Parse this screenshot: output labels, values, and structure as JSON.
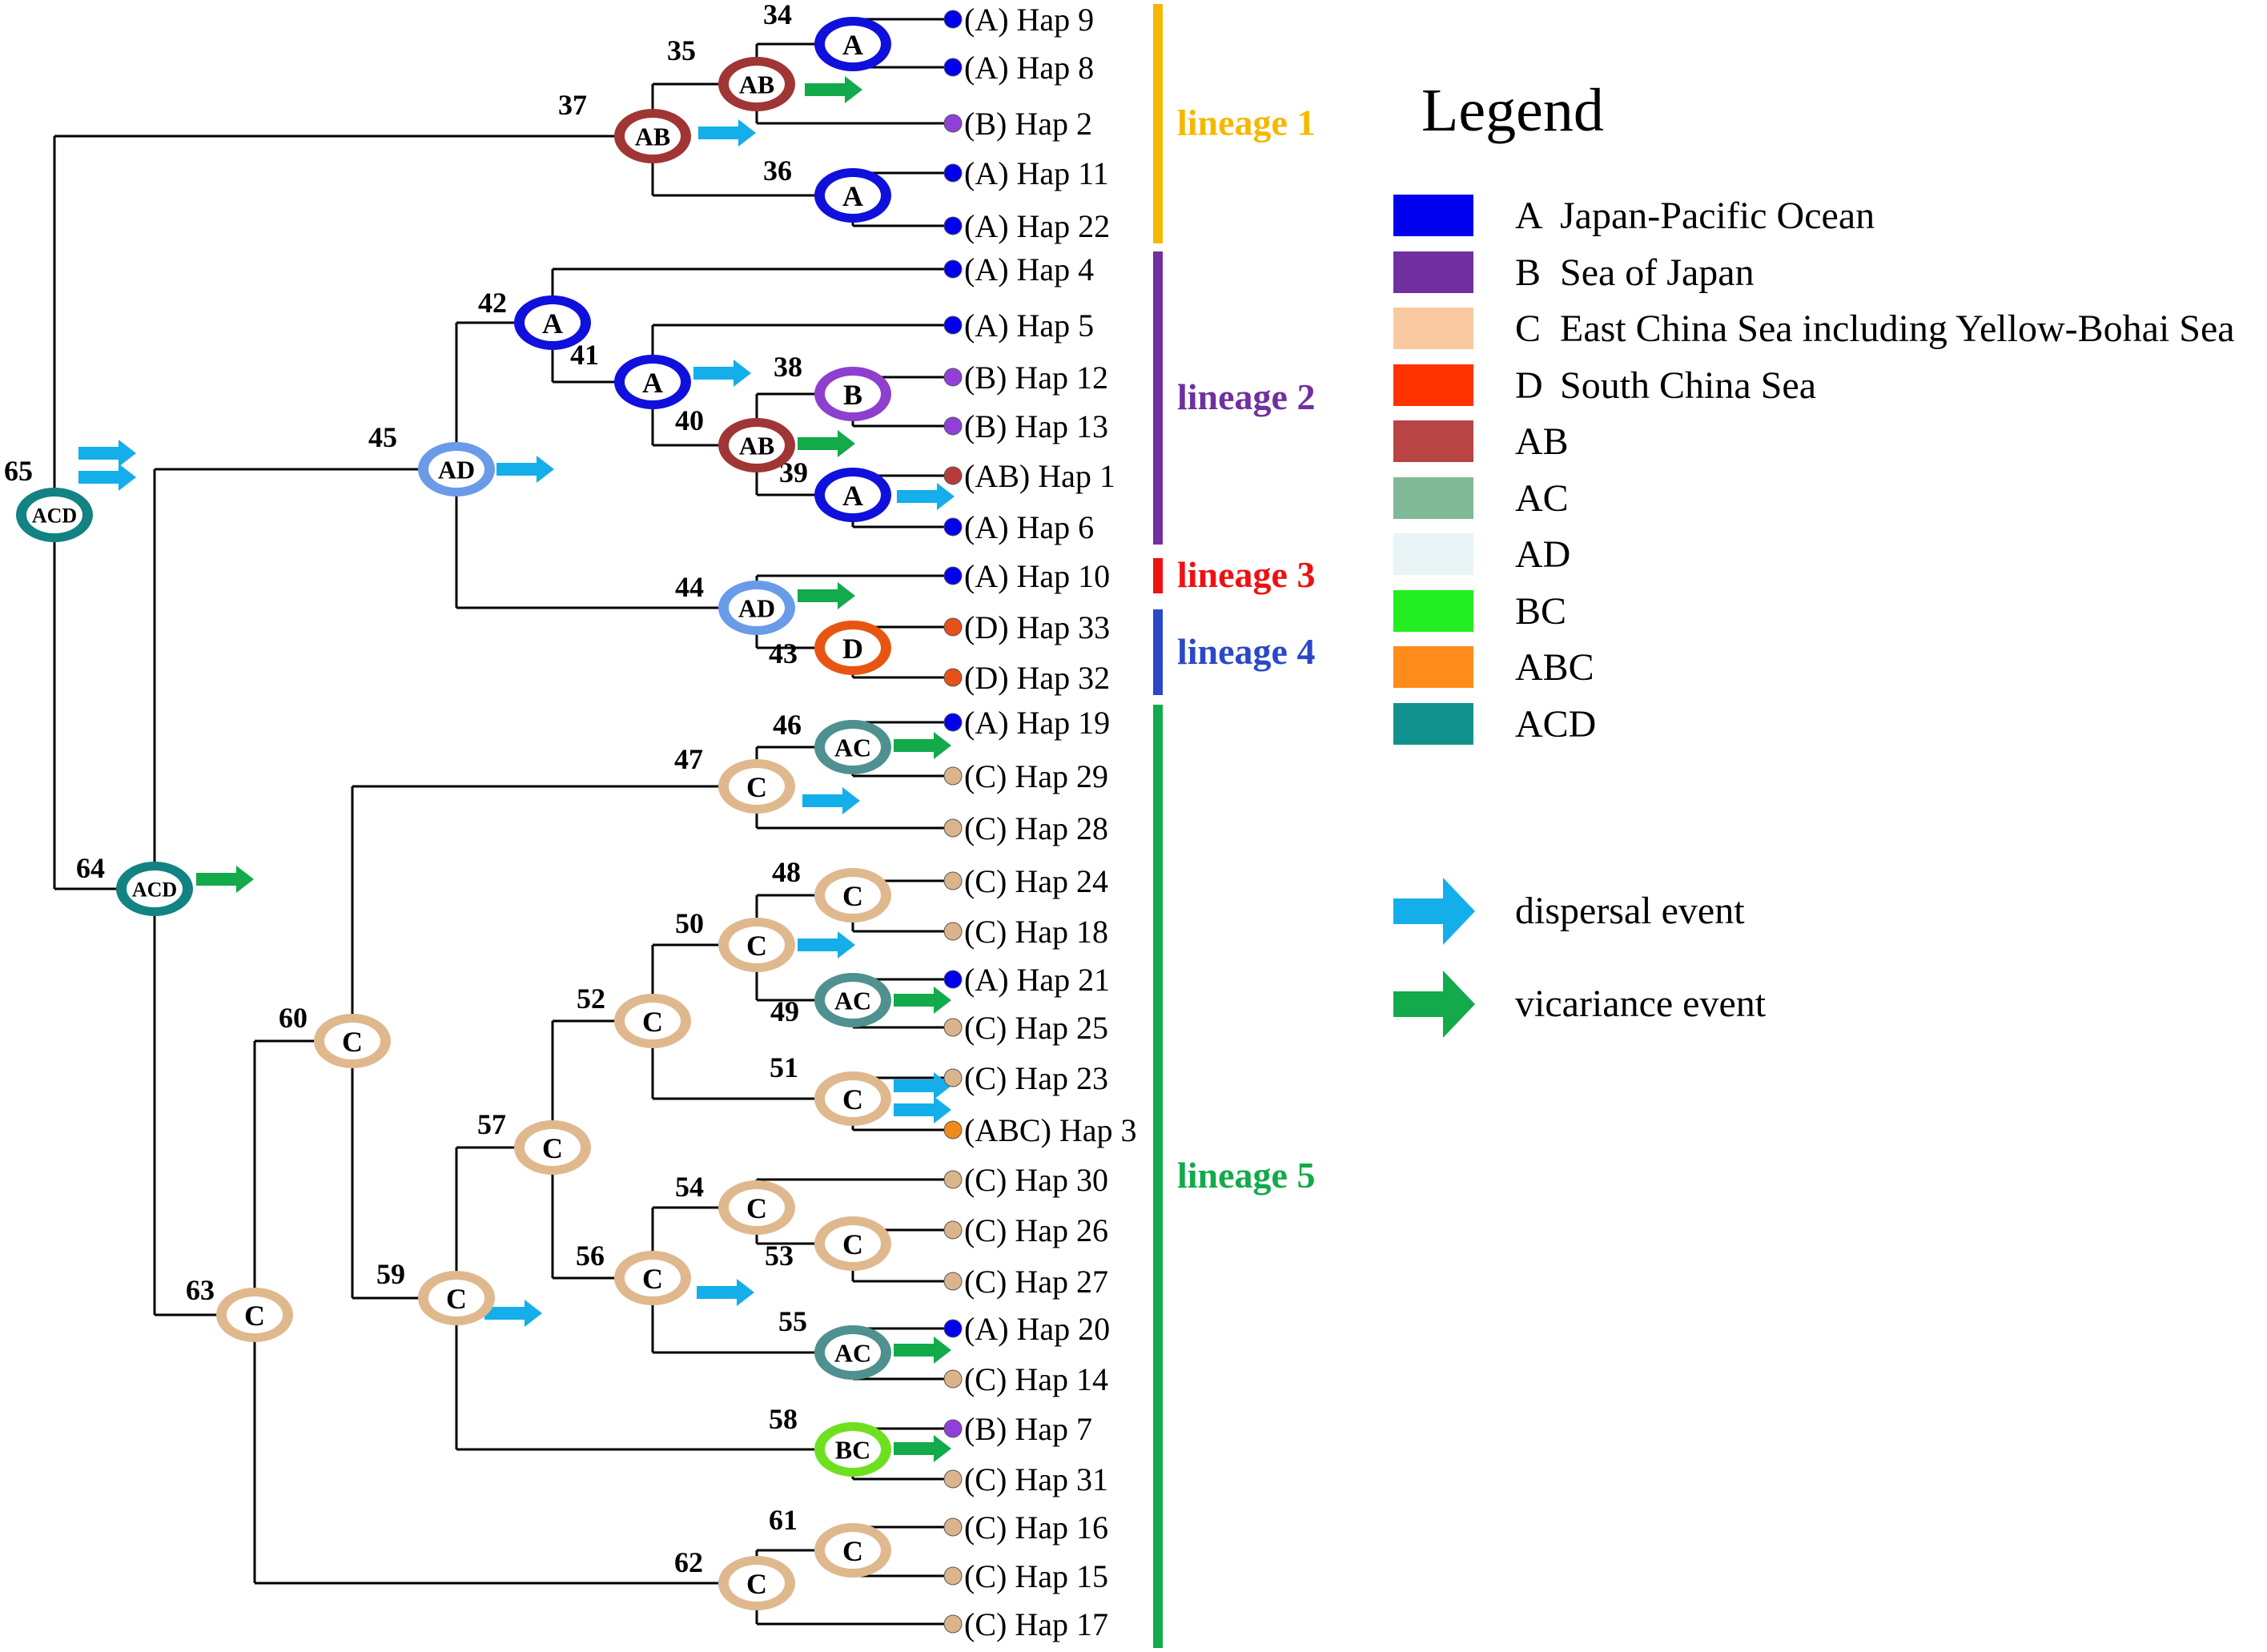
{
  "colors": {
    "A": "#0000ee",
    "B": "#7030a0",
    "C": "#f8c9a0",
    "D": "#ff3300",
    "AB": "#b94444",
    "AC": "#80b996",
    "AD": "#e8f4f6",
    "BC": "#22ee22",
    "ABC": "#ff8c1a",
    "ACD": "#12928e",
    "dispersal": "#14aeea",
    "vicariance": "#12aa4a"
  },
  "node_ring_colors": {
    "A": "#1010dd",
    "B": "#8e3fcf",
    "C": "#dfb88e",
    "D": "#e85513",
    "AB": "#a03535",
    "AC": "#4f9090",
    "AD": "#6a9be8",
    "BC": "#6fe020",
    "ACD": "#138282"
  },
  "tip_dot_colors": {
    "A": "#0000ee",
    "B": "#9040d8",
    "C": "#dcb48c",
    "D": "#e8501a",
    "AB": "#b83a3a",
    "ABC": "#f08a1a"
  },
  "tips": [
    {
      "label": "(A) Hap 9",
      "area": "A"
    },
    {
      "label": "(A) Hap 8",
      "area": "A"
    },
    {
      "label": "(B) Hap 2",
      "area": "B"
    },
    {
      "label": "(A) Hap 11",
      "area": "A"
    },
    {
      "label": "(A) Hap 22",
      "area": "A"
    },
    {
      "label": "(A) Hap 4",
      "area": "A"
    },
    {
      "label": "(A) Hap 5",
      "area": "A"
    },
    {
      "label": "(B) Hap 12",
      "area": "B"
    },
    {
      "label": "(B) Hap 13",
      "area": "B"
    },
    {
      "label": "(AB) Hap 1",
      "area": "AB"
    },
    {
      "label": "(A) Hap 6",
      "area": "A"
    },
    {
      "label": "(A) Hap 10",
      "area": "A"
    },
    {
      "label": "(D) Hap 33",
      "area": "D"
    },
    {
      "label": "(D) Hap 32",
      "area": "D"
    },
    {
      "label": "(A) Hap 19",
      "area": "A"
    },
    {
      "label": "(C) Hap 29",
      "area": "C"
    },
    {
      "label": "(C) Hap 28",
      "area": "C"
    },
    {
      "label": "(C) Hap 24",
      "area": "C"
    },
    {
      "label": "(C) Hap 18",
      "area": "C"
    },
    {
      "label": "(A) Hap 21",
      "area": "A"
    },
    {
      "label": "(C) Hap 25",
      "area": "C"
    },
    {
      "label": "(C) Hap 23",
      "area": "C"
    },
    {
      "label": "(ABC) Hap 3",
      "area": "ABC"
    },
    {
      "label": "(C) Hap 30",
      "area": "C"
    },
    {
      "label": "(C) Hap 26",
      "area": "C"
    },
    {
      "label": "(C) Hap 27",
      "area": "C"
    },
    {
      "label": "(A) Hap 20",
      "area": "A"
    },
    {
      "label": "(C) Hap 14",
      "area": "C"
    },
    {
      "label": "(B) Hap 7",
      "area": "B"
    },
    {
      "label": "(C) Hap 31",
      "area": "C"
    },
    {
      "label": "(C) Hap 16",
      "area": "C"
    },
    {
      "label": "(C) Hap 15",
      "area": "C"
    },
    {
      "label": "(C) Hap 17",
      "area": "C"
    }
  ],
  "nodes": [
    {
      "id": "34",
      "area": "A",
      "children": [
        "t0",
        "t1"
      ]
    },
    {
      "id": "35",
      "area": "AB",
      "children": [
        "34",
        "t2"
      ],
      "event": "vicariance"
    },
    {
      "id": "36",
      "area": "A",
      "children": [
        "t3",
        "t4"
      ]
    },
    {
      "id": "37",
      "area": "AB",
      "children": [
        "35",
        "36"
      ],
      "event": "dispersal"
    },
    {
      "id": "38",
      "area": "B",
      "children": [
        "t7",
        "t8"
      ]
    },
    {
      "id": "39",
      "area": "A",
      "children": [
        "t9",
        "t10"
      ],
      "event": "dispersal"
    },
    {
      "id": "40",
      "area": "AB",
      "children": [
        "38",
        "39"
      ],
      "event": "vicariance"
    },
    {
      "id": "41",
      "area": "A",
      "children": [
        "t6",
        "40"
      ],
      "event": "dispersal"
    },
    {
      "id": "42",
      "area": "A",
      "children": [
        "t5",
        "41"
      ]
    },
    {
      "id": "43",
      "area": "D",
      "children": [
        "t12",
        "t13"
      ]
    },
    {
      "id": "44",
      "area": "AD",
      "children": [
        "t11",
        "43"
      ],
      "event": "vicariance"
    },
    {
      "id": "45",
      "area": "AD",
      "children": [
        "42",
        "44"
      ],
      "event": "dispersal"
    },
    {
      "id": "46",
      "area": "AC",
      "children": [
        "t14",
        "t15"
      ],
      "event": "vicariance"
    },
    {
      "id": "47",
      "area": "C",
      "children": [
        "46",
        "t16"
      ],
      "event": "dispersal"
    },
    {
      "id": "48",
      "area": "C",
      "children": [
        "t17",
        "t18"
      ]
    },
    {
      "id": "49",
      "area": "AC",
      "children": [
        "t19",
        "t20"
      ],
      "event": "vicariance"
    },
    {
      "id": "50",
      "area": "C",
      "children": [
        "48",
        "49"
      ],
      "event": "dispersal"
    },
    {
      "id": "51",
      "area": "C",
      "children": [
        "t21",
        "t22"
      ],
      "event": "dispersal2"
    },
    {
      "id": "52",
      "area": "C",
      "children": [
        "50",
        "51"
      ]
    },
    {
      "id": "53",
      "area": "C",
      "children": [
        "t24",
        "t25"
      ]
    },
    {
      "id": "54",
      "area": "C",
      "children": [
        "t23",
        "53"
      ]
    },
    {
      "id": "55",
      "area": "AC",
      "children": [
        "t26",
        "t27"
      ],
      "event": "vicariance"
    },
    {
      "id": "56",
      "area": "C",
      "children": [
        "54",
        "55"
      ],
      "event": "dispersal"
    },
    {
      "id": "57",
      "area": "C",
      "children": [
        "52",
        "56"
      ]
    },
    {
      "id": "58",
      "area": "BC",
      "children": [
        "t28",
        "t29"
      ],
      "event": "vicariance"
    },
    {
      "id": "59",
      "area": "C",
      "children": [
        "57",
        "58"
      ],
      "event": "dispersal"
    },
    {
      "id": "60",
      "area": "C",
      "children": [
        "47",
        "59"
      ]
    },
    {
      "id": "61",
      "area": "C",
      "children": [
        "t30",
        "t31"
      ]
    },
    {
      "id": "62",
      "area": "C",
      "children": [
        "61",
        "t32"
      ]
    },
    {
      "id": "63",
      "area": "C",
      "children": [
        "60",
        "62"
      ]
    },
    {
      "id": "64",
      "area": "ACD",
      "children": [
        "45",
        "63"
      ],
      "event": "vicariance"
    },
    {
      "id": "65",
      "area": "ACD",
      "children": [
        "37",
        "64"
      ],
      "event": "dispersal2"
    }
  ],
  "lineages": [
    {
      "label": "lineage 1",
      "color": "#f5b800",
      "from": 0,
      "to": 4
    },
    {
      "label": "lineage 2",
      "color": "#7030a0",
      "from": 5,
      "to": 10
    },
    {
      "label": "lineage 3",
      "color": "#ee1111",
      "from": 11,
      "to": 11
    },
    {
      "label": "lineage 4",
      "color": "#2a48c8",
      "from": 12,
      "to": 13
    },
    {
      "label": "lineage 5",
      "color": "#12aa4a",
      "from": 14,
      "to": 32
    }
  ],
  "legend": {
    "title": "Legend",
    "areas": [
      {
        "code": "A",
        "name": "Japan-Pacific Ocean",
        "key": "A"
      },
      {
        "code": "B",
        "name": "Sea of Japan",
        "key": "B"
      },
      {
        "code": "C",
        "name": "East China Sea including Yellow-Bohai Sea",
        "key": "C"
      },
      {
        "code": "D",
        "name": "South China Sea",
        "key": "D"
      },
      {
        "code": "AB",
        "name": "",
        "key": "AB"
      },
      {
        "code": "AC",
        "name": "",
        "key": "AC"
      },
      {
        "code": "AD",
        "name": "",
        "key": "AD"
      },
      {
        "code": "BC",
        "name": "",
        "key": "BC"
      },
      {
        "code": "ABC",
        "name": "",
        "key": "ABC"
      },
      {
        "code": "ACD",
        "name": "",
        "key": "ACD"
      }
    ],
    "events": [
      {
        "label": "dispersal event",
        "key": "dispersal"
      },
      {
        "label": "vicariance event",
        "key": "vicariance"
      }
    ]
  }
}
